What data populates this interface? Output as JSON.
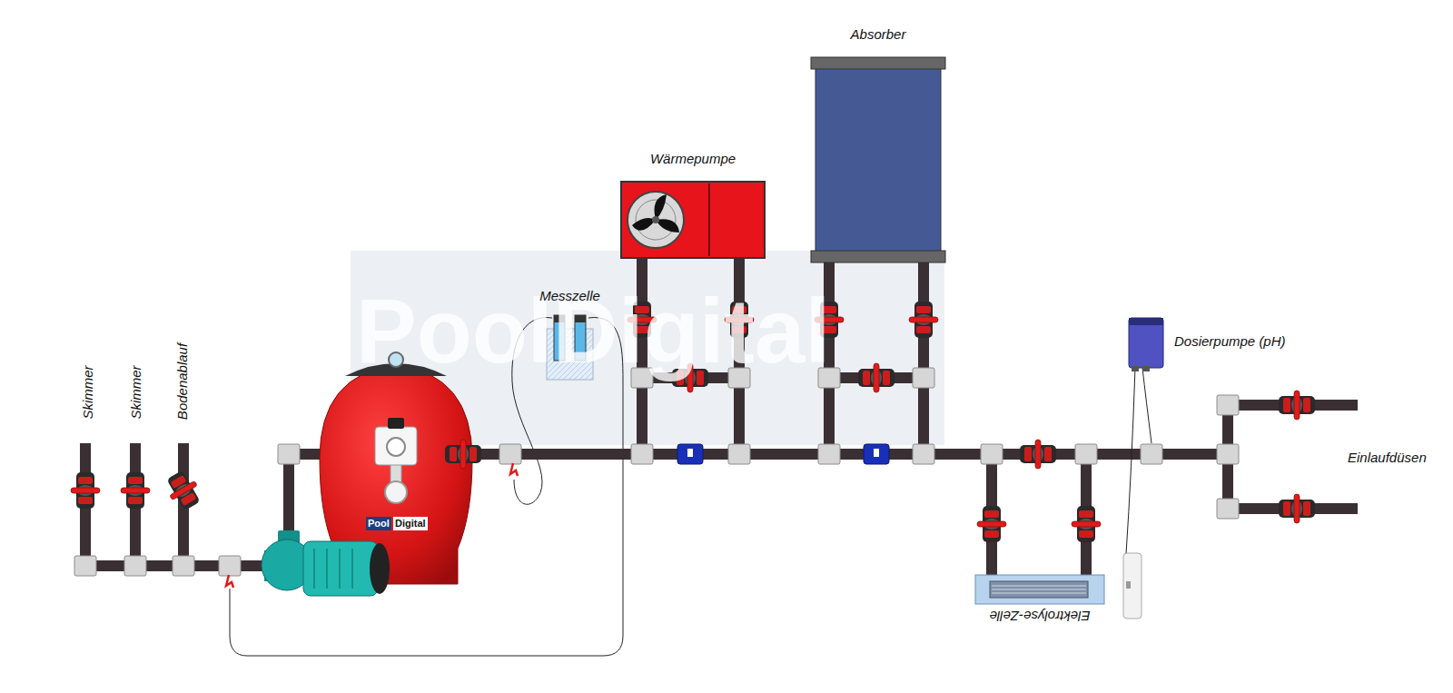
{
  "diagram": {
    "nodes": [
      {
        "text": [
          "Pool",
          "Digital"
        ]
      },
      {
        "text": [
          "Messzelle"
        ]
      },
      {
        "text": [
          "Wärmepumpe"
        ]
      },
      {
        "text": [
          "Absorber"
        ]
      },
      {
        "text": [
          "Elektrolyse-Zelle"
        ]
      },
      {
        "text": [
          "Dosierpumpe (pH)"
        ]
      }
    ],
    "edges": [
      {
        "from": 0,
        "to": 2,
        "arrow": "none"
      },
      {
        "from": 2,
        "to": 3,
        "arrow": "none"
      },
      {
        "from": 3,
        "to": 4,
        "arrow": "none"
      }
    ],
    "labels": [
      "Skimmer",
      "Skimmer",
      "Bodenablauf",
      "Einlaufdüsen",
      "PoolDigital"
    ]
  }
}
